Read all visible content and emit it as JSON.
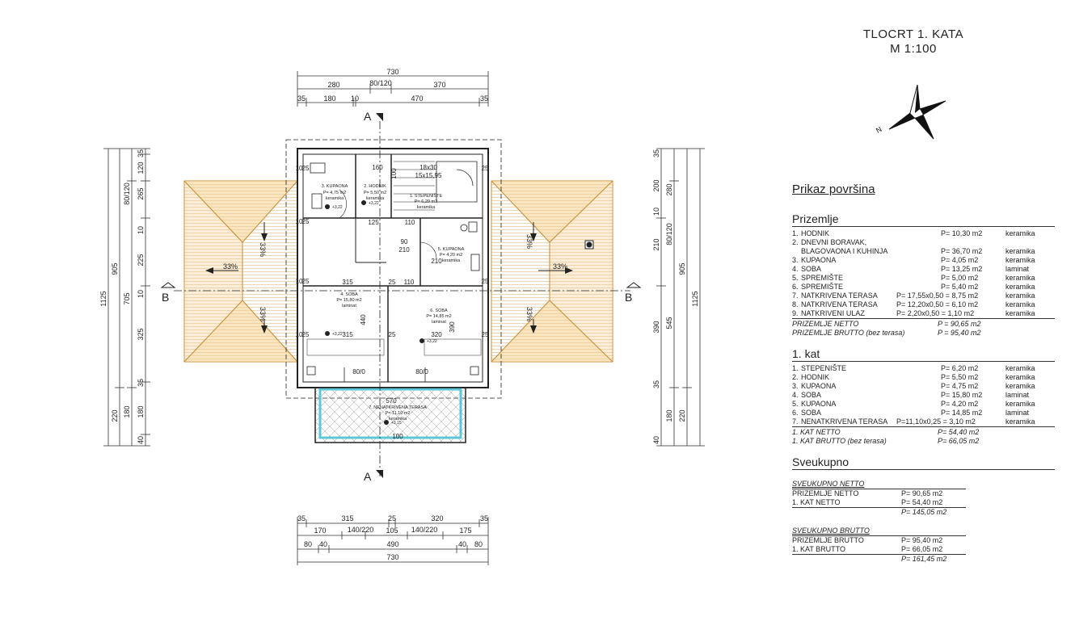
{
  "drawing": {
    "title": "TLOCRT 1. KATA",
    "scale": "M 1:100",
    "section_a": "A",
    "section_b": "B",
    "north": "N",
    "dims_top_row1": "730",
    "dims_top_row2": [
      "280",
      "80/120",
      "370"
    ],
    "dims_top_row3": [
      "35",
      "180",
      "10",
      "470",
      "35"
    ],
    "dims_bottom_row1": [
      "35",
      "315",
      "25",
      "320",
      "35"
    ],
    "dims_bottom_row2": [
      "170",
      "140/220",
      "105",
      "140/220",
      "175"
    ],
    "dims_bottom_row3": [
      "80",
      "40",
      "490",
      "40",
      "80"
    ],
    "dims_bottom_total": "730",
    "dims_left_a": "1125",
    "dims_left_b": [
      "905",
      "220"
    ],
    "dims_left_c": [
      "80/120",
      "705",
      "180"
    ],
    "dims_left_d": [
      "35",
      "120",
      "265",
      "10",
      "225",
      "10",
      "325",
      "35",
      "180",
      "40"
    ],
    "dims_right_a": "1125",
    "dims_right_b": [
      "905",
      "220"
    ],
    "dims_right_c": [
      "280",
      "80/120",
      "545",
      "180"
    ],
    "dims_right_d": [
      "200",
      "210",
      "390",
      "35",
      "10",
      "35",
      "40"
    ],
    "roof_pct": "33%",
    "rooms": [
      {
        "label": "3. KUPAONA",
        "area": "P= 4,75 m2",
        "mat": "keramika"
      },
      {
        "label": "2. HODNIK",
        "area": "P= 5,50 m2",
        "mat": "keramika"
      },
      {
        "label": "1. STEPENIŠTE",
        "area": "P= 6,20 m2",
        "mat": "keramika"
      },
      {
        "label": "5. KUPAONA",
        "area": "P= 4,20 m2",
        "mat": "keramika"
      },
      {
        "label": "4. SOBA",
        "area": "P= 15,80 m2",
        "mat": "laminat"
      },
      {
        "label": "6. SOBA",
        "area": "P= 14,85 m2",
        "mat": "laminat"
      },
      {
        "label": "7. NENATKRIVENA TERASA",
        "area": "P= 11,10 m2",
        "mat": "keramika"
      }
    ],
    "inner_dims": [
      "10",
      "25",
      "160",
      "18x30",
      "210",
      "15x15,95",
      "100",
      "125",
      "110",
      "90",
      "315",
      "25",
      "110",
      "320",
      "440",
      "390",
      "570",
      "100",
      "80/0",
      "+3,22",
      "+3,15"
    ]
  },
  "summary": {
    "title": "Prikaz površina",
    "ground_title": "Prizemlje",
    "ground_rows": [
      {
        "no": "1.",
        "name": "HODNIK",
        "area": "P= 10,30 m2",
        "mat": "keramika"
      },
      {
        "no": "2.",
        "name": "DNEVNI BORAVAK,",
        "area": "",
        "mat": ""
      },
      {
        "no": "",
        "name": "BLAGOVAONA I KUHINJA",
        "area": "P= 36,70 m2",
        "mat": "keramika"
      },
      {
        "no": "3.",
        "name": "KUPAONA",
        "area": "P=   4,05 m2",
        "mat": "keramika"
      },
      {
        "no": "4.",
        "name": "SOBA",
        "area": "P= 13,25 m2",
        "mat": "laminat"
      },
      {
        "no": "5.",
        "name": "SPREMIŠTE",
        "area": "P=   5,00 m2",
        "mat": "keramika"
      },
      {
        "no": "6.",
        "name": "SPREMIŠTE",
        "area": "P=   5,40 m2",
        "mat": "keramika"
      },
      {
        "no": "7.",
        "name": "NATKRIVENA TERASA",
        "area": "P= 17,55x0,50 =  8,75 m2",
        "mat": "keramika"
      },
      {
        "no": "8.",
        "name": "NATKRIVENA TERASA",
        "area": "P= 12,20x0,50 =  6,10 m2",
        "mat": "keramika"
      },
      {
        "no": "9.",
        "name": "NATKRIVENI ULAZ",
        "area": "P=   2,20x0,50 =  1,10 m2",
        "mat": "keramika"
      }
    ],
    "ground_net_label": "PRIZEMLJE NETTO",
    "ground_net": "P = 90,65 m2",
    "ground_gross_label": "PRIZEMLJE  BRUTTO (bez terasa)",
    "ground_gross": "P = 95,40 m2",
    "first_title": "1. kat",
    "first_rows": [
      {
        "no": "1.",
        "name": "STEPENIŠTE",
        "area": "P=   6,20 m2",
        "mat": "keramika"
      },
      {
        "no": "2.",
        "name": "HODNIK",
        "area": "P=   5,50 m2",
        "mat": "keramika"
      },
      {
        "no": "3.",
        "name": "KUPAONA",
        "area": "P=   4,75 m2",
        "mat": "keramika"
      },
      {
        "no": "4.",
        "name": "SOBA",
        "area": "P= 15,80 m2",
        "mat": "laminat"
      },
      {
        "no": "5.",
        "name": "KUPAONA",
        "area": "P=   4,20 m2",
        "mat": "keramika"
      },
      {
        "no": "6.",
        "name": "SOBA",
        "area": "P= 14,85 m2",
        "mat": "laminat"
      },
      {
        "no": "7.",
        "name": "NENATKRIVENA TERASA",
        "area": "P=11,10x0,25 =  3,10 m2",
        "mat": "keramika"
      }
    ],
    "first_net_label": "1. KAT NETTO",
    "first_net": "P= 54,40 m2",
    "first_gross_label": "1. KAT  BRUTTO (bez terasa)",
    "first_gross": "P= 66,05 m2",
    "total_title": "Sveukupno",
    "net_sub": "SVEUKUPNO NETTO",
    "net_rows": [
      {
        "name": "PRIZEMLJE NETTO",
        "val": "P=   90,65 m2"
      },
      {
        "name": "1. KAT NETTO",
        "val": "P=   54,40 m2"
      }
    ],
    "net_total": "P= 145,05 m2",
    "gross_sub": "SVEUKUPNO  BRUTTO",
    "gross_rows": [
      {
        "name": "PRIZEMLJE BRUTTO",
        "val": "P=   95,40 m2"
      },
      {
        "name": "1. KAT BRUTTO",
        "val": "P=   66,05 m2"
      }
    ],
    "gross_total": "P= 161,45 m2"
  },
  "colors": {
    "roof_fill": "#f5cf8e",
    "roof_line": "#c8892f",
    "terrace_frame": "#5cc8d6",
    "line": "#222222",
    "dim_line": "#333333"
  }
}
